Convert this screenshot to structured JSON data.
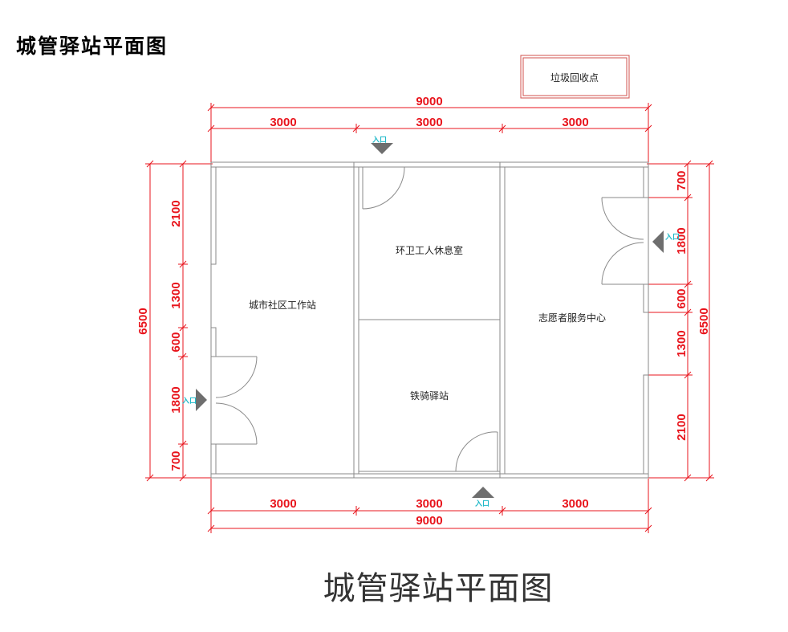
{
  "title_top": "城管驿站平面图",
  "title_bottom": "城管驿站平面图",
  "trash_point": "垃圾回收点",
  "rooms": {
    "left": "城市社区工作站",
    "mid_top": "环卫工人休息室",
    "mid_bottom": "铁骑驿站",
    "right": "志愿者服务中心"
  },
  "entrance_label": "入口",
  "dims": {
    "top_total": "9000",
    "top_parts": [
      "3000",
      "3000",
      "3000"
    ],
    "bottom_parts": [
      "3000",
      "3000",
      "3000"
    ],
    "bottom_total": "9000",
    "left_total": "6500",
    "right_total": "6500",
    "left_parts": [
      "2100",
      "1300",
      "600",
      "1800",
      "700"
    ],
    "right_parts": [
      "700",
      "1800",
      "600",
      "1300",
      "2100"
    ]
  },
  "colors": {
    "dimension": "#e8141c",
    "wall": "#8a8a8a",
    "entrance_text": "#1fb8c8",
    "arrow": "#6e6e6e"
  }
}
